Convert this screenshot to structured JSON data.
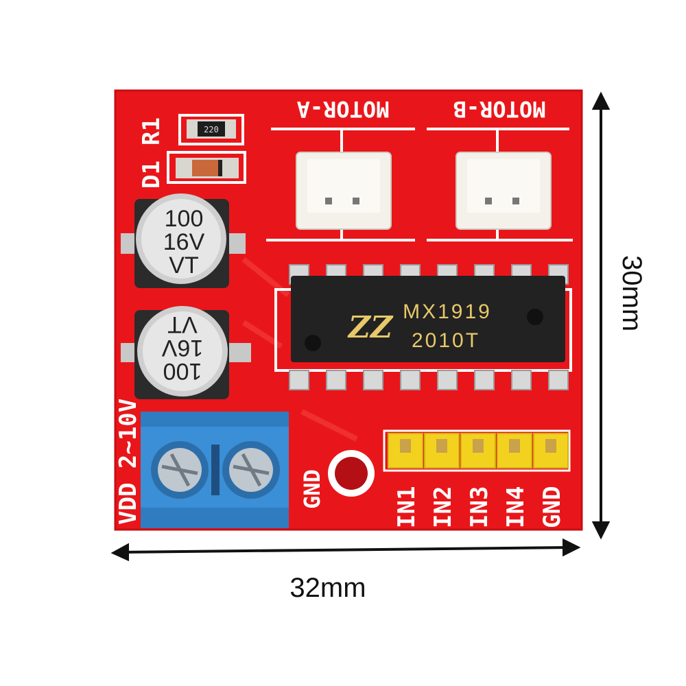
{
  "board": {
    "colors": {
      "pcb": "#e8161a",
      "silkscreen": "#ffffff",
      "terminal": "#3a8fd6",
      "header": "#f2d21f",
      "ic": "#222222"
    },
    "motor_a_label": "MOTOR-A",
    "motor_b_label": "MOTOR-B",
    "r1_label": "R1",
    "d1_label": "D1",
    "resistor_code": "220",
    "cap1": {
      "line1": "100",
      "line2": "16V",
      "line3": "VT"
    },
    "cap2": {
      "line1": "100",
      "line2": "16V",
      "line3": "VT"
    },
    "ic": {
      "logo": "ZZ",
      "part": "MX1919",
      "code": "2010T"
    },
    "vdd_label": "VDD 2~10V",
    "gnd_label": "GND",
    "pins": [
      "IN1",
      "IN2",
      "IN3",
      "IN4",
      "GND"
    ]
  },
  "dimensions": {
    "width_label": "32mm",
    "height_label": "30mm"
  }
}
